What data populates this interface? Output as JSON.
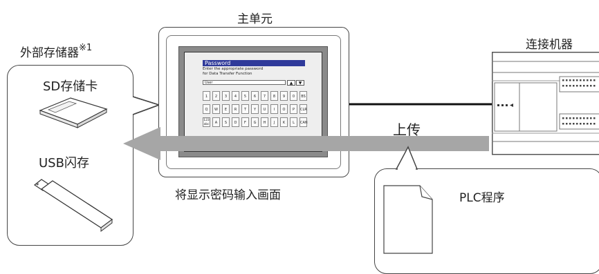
{
  "main_unit": {
    "title": "主单元",
    "caption": "将显示密码输入画面",
    "screen": {
      "header": "Password",
      "line1": "Enter the appropriate password",
      "line2": "for Data Transfer Function",
      "user_field": "User",
      "arrow_up": "▲",
      "arrow_down": "▼",
      "keys_row1": [
        "1",
        "2",
        "3",
        "4",
        "5",
        "6",
        "7",
        "8",
        "9",
        "0",
        "BS"
      ],
      "keys_row2": [
        "Q",
        "W",
        "E",
        "R",
        "T",
        "Y",
        "U",
        "I",
        "O",
        "P",
        "CLR"
      ],
      "keys_row3": [
        "123 abc",
        "A",
        "S",
        "D",
        "F",
        "G",
        "H",
        "J",
        "K",
        "L",
        "CAN"
      ]
    }
  },
  "external_memory": {
    "title": "外部存储器",
    "footnote": "※1",
    "sd_label": "SD存储卡",
    "usb_label": "USB闪存"
  },
  "connected_device": {
    "title": "连接机器"
  },
  "upload_label": "上传",
  "plc_program_label": "PLC程序",
  "colors": {
    "arrow": "#a6a6a6",
    "screen_header": "#2f3a9a",
    "outline": "#444444"
  }
}
